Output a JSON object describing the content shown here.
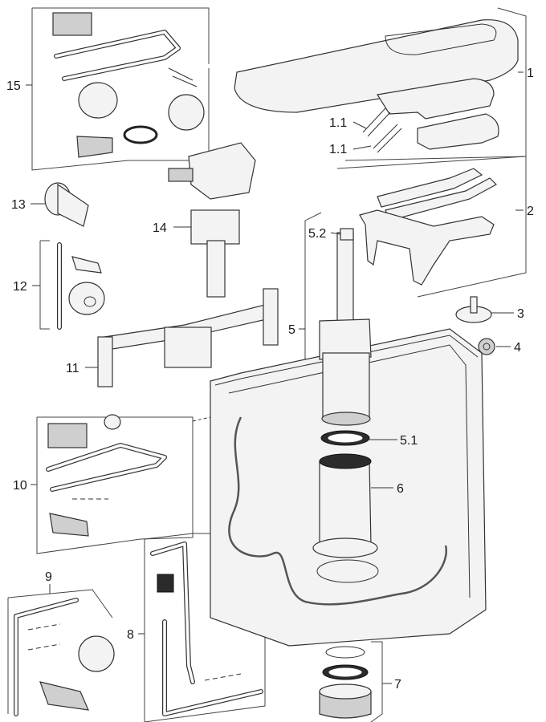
{
  "callouts": [
    {
      "id": "c1",
      "text": "1"
    },
    {
      "id": "c1-1a",
      "text": "1.1"
    },
    {
      "id": "c1-1b",
      "text": "1.1"
    },
    {
      "id": "c2",
      "text": "2"
    },
    {
      "id": "c3",
      "text": "3"
    },
    {
      "id": "c4",
      "text": "4"
    },
    {
      "id": "c5",
      "text": "5"
    },
    {
      "id": "c5-1",
      "text": "5.1"
    },
    {
      "id": "c5-2",
      "text": "5.2"
    },
    {
      "id": "c6",
      "text": "6"
    },
    {
      "id": "c7",
      "text": "7"
    },
    {
      "id": "c8",
      "text": "8"
    },
    {
      "id": "c9",
      "text": "9"
    },
    {
      "id": "c10",
      "text": "10"
    },
    {
      "id": "c11",
      "text": "11"
    },
    {
      "id": "c12",
      "text": "12"
    },
    {
      "id": "c13",
      "text": "13"
    },
    {
      "id": "c14",
      "text": "14"
    },
    {
      "id": "c15",
      "text": "15"
    }
  ]
}
